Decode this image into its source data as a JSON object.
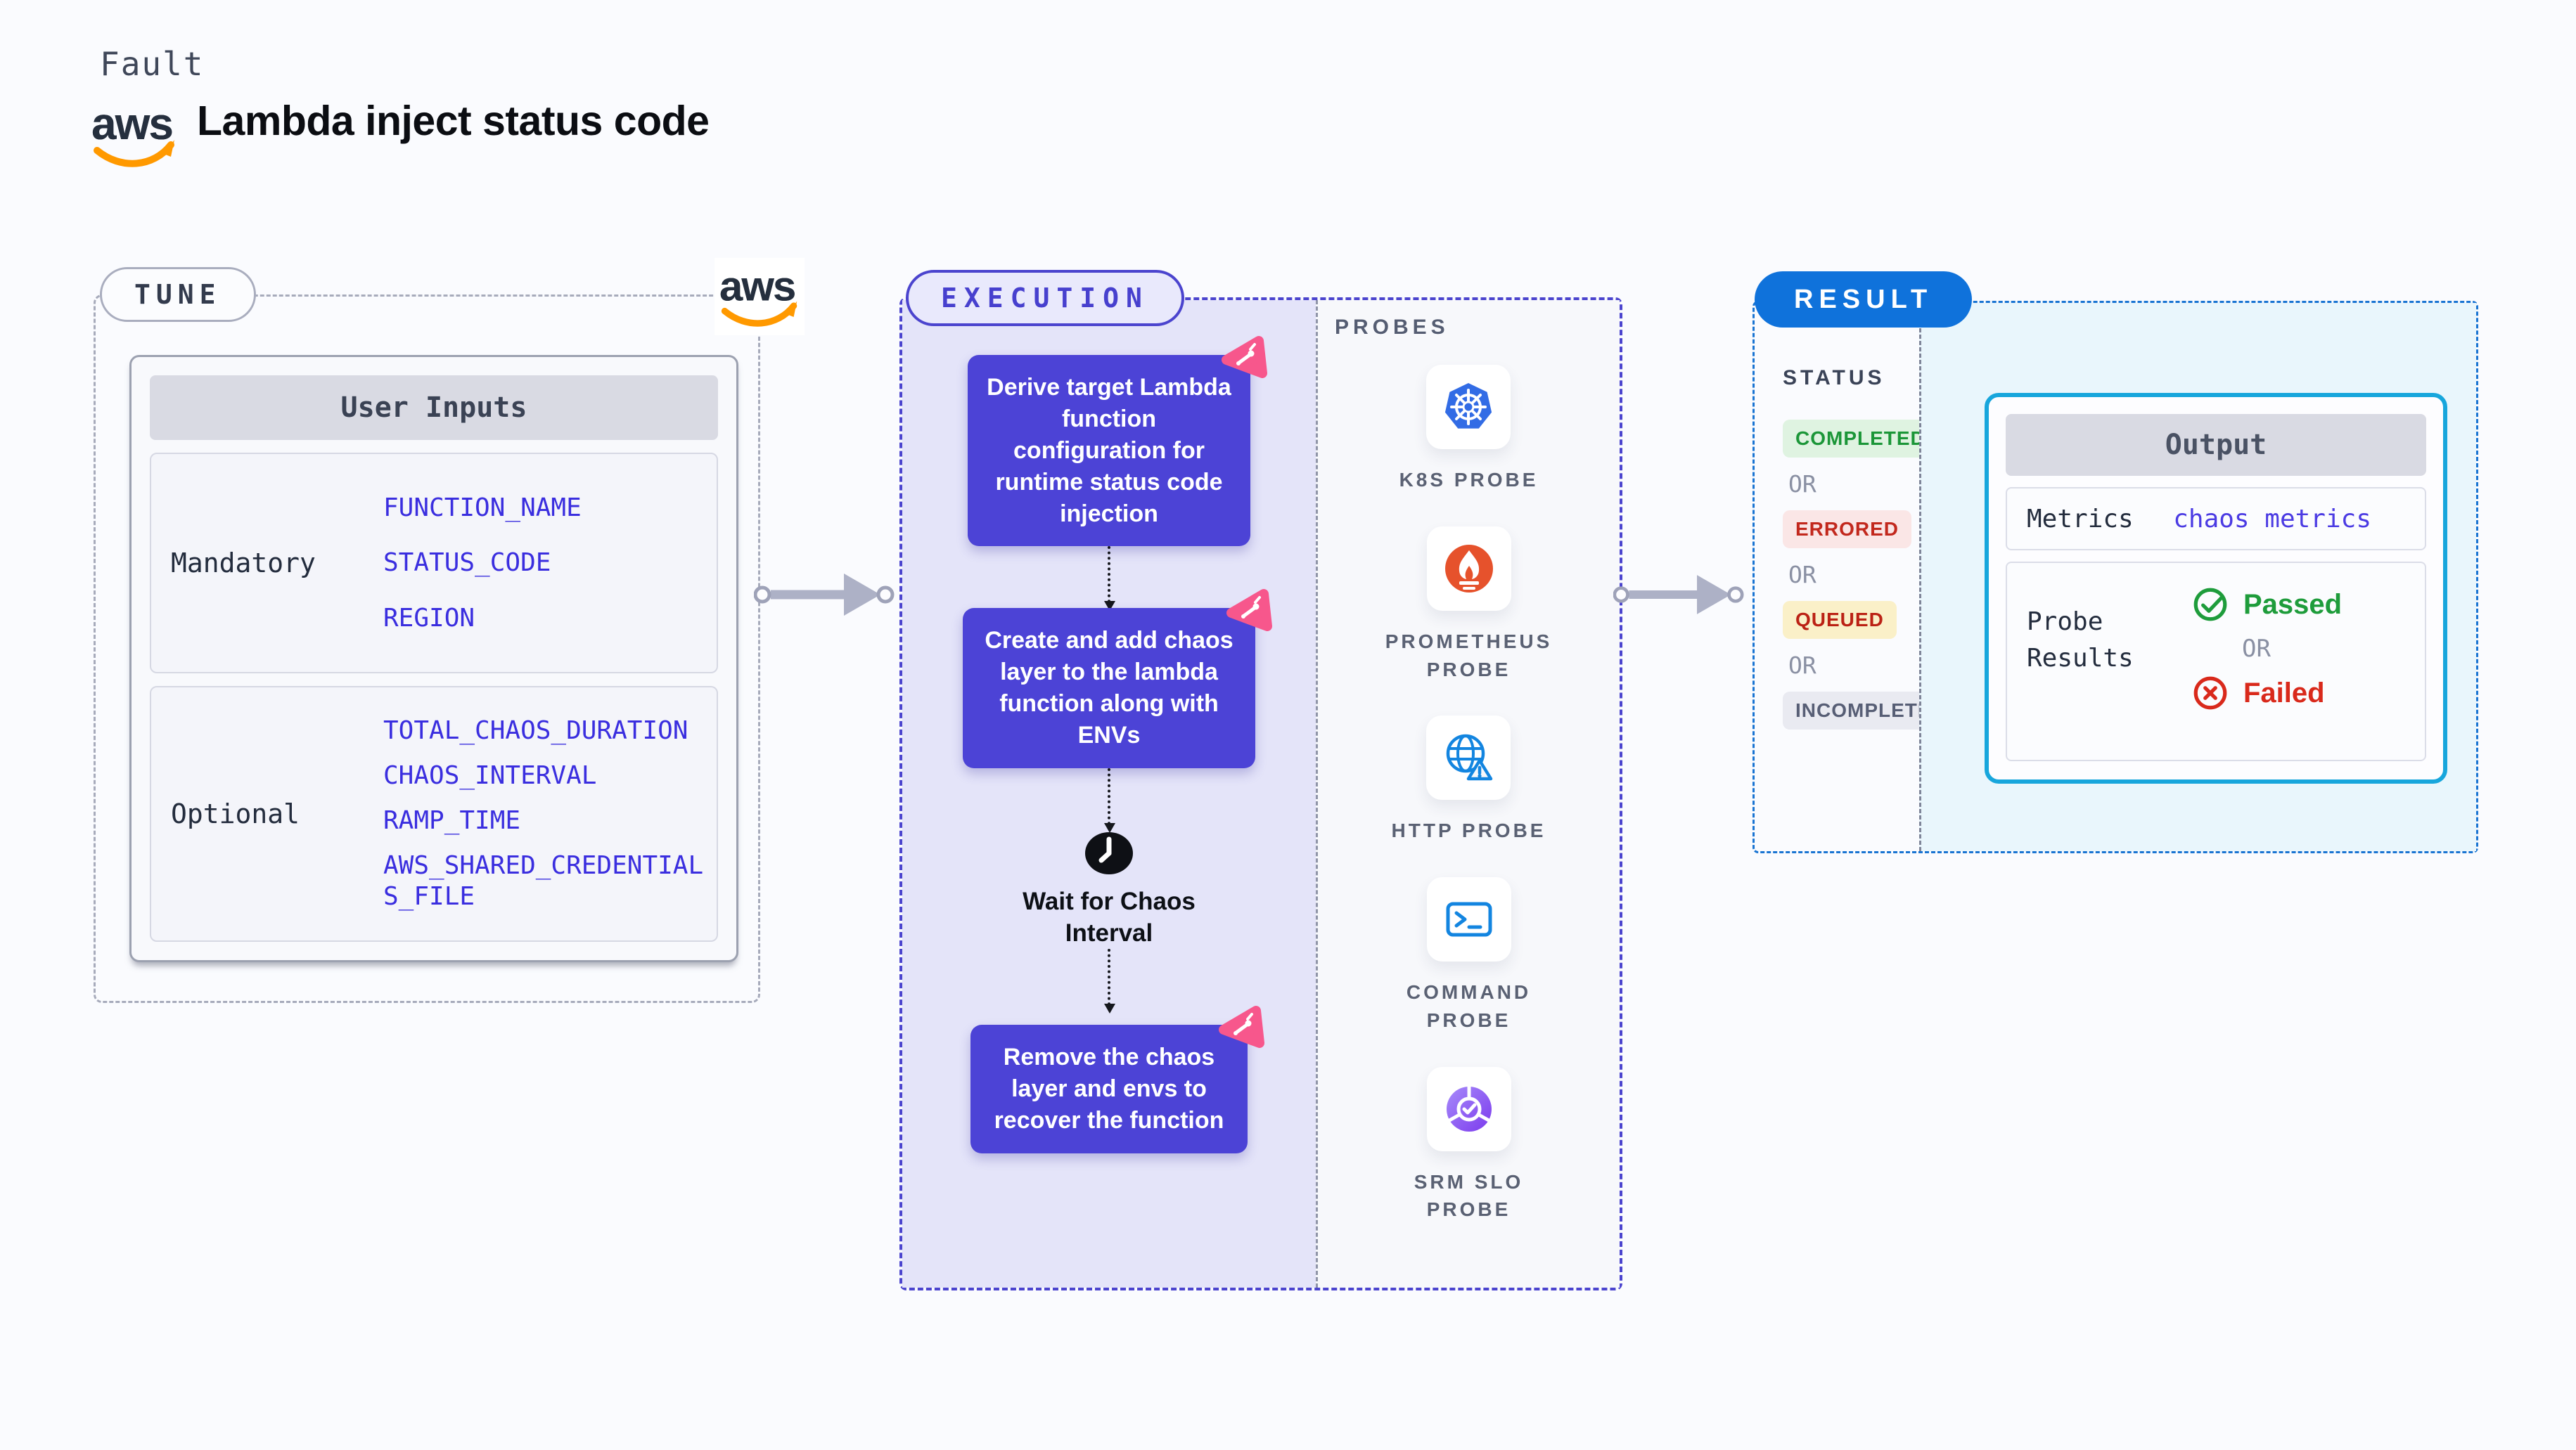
{
  "header": {
    "kicker": "Fault",
    "title": "Lambda inject status code",
    "aws_logo_text": "aws"
  },
  "tune": {
    "label": "TUNE",
    "card_title": "User Inputs",
    "rows": [
      {
        "label": "Mandatory",
        "params": [
          "FUNCTION_NAME",
          "STATUS_CODE",
          "REGION"
        ]
      },
      {
        "label": "Optional",
        "params": [
          "TOTAL_CHAOS_DURATION",
          "CHAOS_INTERVAL",
          "RAMP_TIME",
          "AWS_SHARED_CREDENTIALS_FILE"
        ]
      }
    ]
  },
  "execution": {
    "label": "EXECUTION",
    "steps": [
      "Derive target Lambda function configuration for runtime status code injection",
      "Create and add chaos layer to the lambda function along with ENVs",
      "Remove the chaos layer and envs to recover the function"
    ],
    "wait_label": "Wait for Chaos Interval",
    "probes": {
      "heading": "PROBES",
      "items": [
        {
          "name": "K8S PROBE",
          "icon": "kubernetes-icon"
        },
        {
          "name": "PROMETHEUS PROBE",
          "icon": "prometheus-icon"
        },
        {
          "name": "HTTP PROBE",
          "icon": "http-globe-icon"
        },
        {
          "name": "COMMAND PROBE",
          "icon": "terminal-icon"
        },
        {
          "name": "SRM SLO PROBE",
          "icon": "srm-slo-icon"
        }
      ]
    }
  },
  "result": {
    "label": "RESULT",
    "status_heading": "STATUS",
    "or_label": "OR",
    "statuses": [
      {
        "label": "COMPLETED",
        "tone": "green"
      },
      {
        "label": "ERRORED",
        "tone": "red"
      },
      {
        "label": "QUEUED",
        "tone": "amber"
      },
      {
        "label": "INCOMPLETED",
        "tone": "gray"
      }
    ],
    "output": {
      "title": "Output",
      "metrics_label": "Metrics",
      "metrics_value": "chaos metrics",
      "probe_results_label": "Probe Results",
      "passed_label": "Passed",
      "failed_label": "Failed"
    }
  },
  "colors": {
    "page_bg": "#FAFBFE",
    "indigo_accent": "#4B44CE",
    "step_box_bg": "#4C43D6",
    "execution_bg": "#E4E4F9",
    "result_blue": "#0F72DB",
    "output_border": "#17A6DC",
    "output_bg": "#E9F6FC",
    "litmus_pink": "#F7578C",
    "param_blue": "#3A2EDF",
    "passed_green": "#1E9C3B",
    "failed_red": "#D9291B",
    "aws_orange": "#FF9900",
    "kubernetes_blue": "#326CE5",
    "prometheus_orange": "#E6522C",
    "terminal_blue": "#1385E0",
    "srm_purple": "#8B5CF6"
  }
}
